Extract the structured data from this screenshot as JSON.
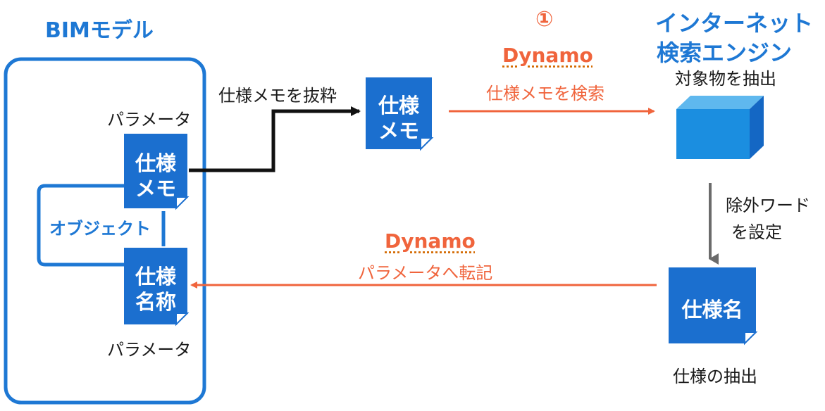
{
  "bim": {
    "title": "BIMモデル",
    "param_top": "パラメータ",
    "param_bottom": "パラメータ",
    "object_label": "オブジェクト",
    "doc_memo": [
      "仕様",
      "メモ"
    ],
    "doc_name": [
      "仕様",
      "名称"
    ]
  },
  "extract": {
    "label": "仕様メモを抜粋",
    "doc": [
      "仕様",
      "メモ"
    ]
  },
  "search_arrow": {
    "number": "①",
    "tool": "Dynamo",
    "caption": "仕様メモを検索"
  },
  "engine": {
    "title_line1": "インターネット",
    "title_line2": "検索エンジン",
    "subtitle": "対象物を抽出"
  },
  "exclude": {
    "line1": "除外ワード",
    "line2": "を設定"
  },
  "spec_name": {
    "doc": "仕様名",
    "caption": "仕様の抽出"
  },
  "transfer_arrow": {
    "tool": "Dynamo",
    "caption": "パラメータへ転記"
  },
  "colors": {
    "blue": "#1e78d4",
    "doc_blue": "#1b6fcf",
    "orange": "#f0643c",
    "gray_arrow": "#6b6b6b"
  }
}
